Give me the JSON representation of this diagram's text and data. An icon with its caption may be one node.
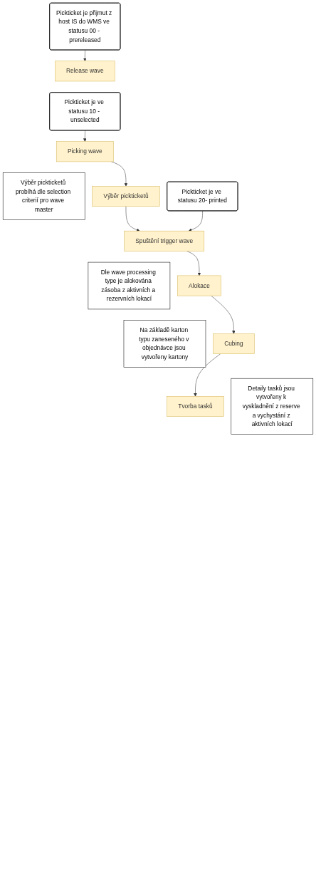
{
  "diagram": {
    "nodes": [
      {
        "text": [
          "Pickticket je přijmut z host IS do WMS ve statusu 00 - prereleased"
        ]
      },
      {
        "text": [
          "Release wave"
        ]
      },
      {
        "text": [
          "Pickticket je ve statusu 10 - unselected"
        ]
      },
      {
        "text": [
          "Picking wave"
        ]
      },
      {
        "text": [
          "Výběr pickticketů probíhá dle selection criterií pro wave master"
        ]
      },
      {
        "text": [
          "Výběr pickticketů"
        ]
      },
      {
        "text": [
          "Pickticket je ve statusu 20- printed"
        ]
      },
      {
        "text": [
          "Spuštění trigger wave"
        ]
      },
      {
        "text": [
          "Dle wave processing type je alokována zásoba z aktivních a rezervních lokací"
        ]
      },
      {
        "text": [
          "Alokace"
        ]
      },
      {
        "text": [
          "Na základě karton typu zaneseného v objednávce jsou vytvořeny kartony"
        ]
      },
      {
        "text": [
          "Cubing"
        ]
      },
      {
        "text": [
          "Detaily tasků jsou vytvořeny k vyskladnění z reserve a vychystání z aktivních lokací"
        ]
      },
      {
        "text": [
          "Tvorba tasků"
        ]
      }
    ],
    "edges": [
      {
        "from": 0,
        "to": 1,
        "arrow": "to"
      },
      {
        "from": 2,
        "to": 3,
        "arrow": "to"
      },
      {
        "from": 3,
        "to": 5,
        "arrow": "to"
      },
      {
        "from": 5,
        "to": 7,
        "arrow": "to"
      },
      {
        "from": 6,
        "to": 7,
        "arrow": "to"
      },
      {
        "from": 7,
        "to": 9,
        "arrow": "to"
      },
      {
        "from": 9,
        "to": 11,
        "arrow": "to"
      },
      {
        "from": 11,
        "to": 13,
        "arrow": "to"
      }
    ]
  }
}
